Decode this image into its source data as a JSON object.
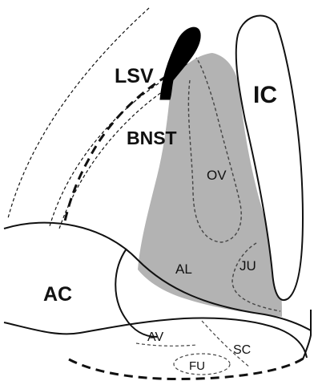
{
  "labels": {
    "lsv": "LSV",
    "ic": "IC",
    "bnst": "BNST",
    "ov": "OV",
    "al": "AL",
    "ju": "JU",
    "ac": "AC",
    "av": "AV",
    "sc": "SC",
    "fu": "FU"
  },
  "colors": {
    "bnst_fill": "#b3b3b3",
    "lsv_fill": "#000000",
    "stroke": "#111111",
    "background": "#ffffff"
  }
}
